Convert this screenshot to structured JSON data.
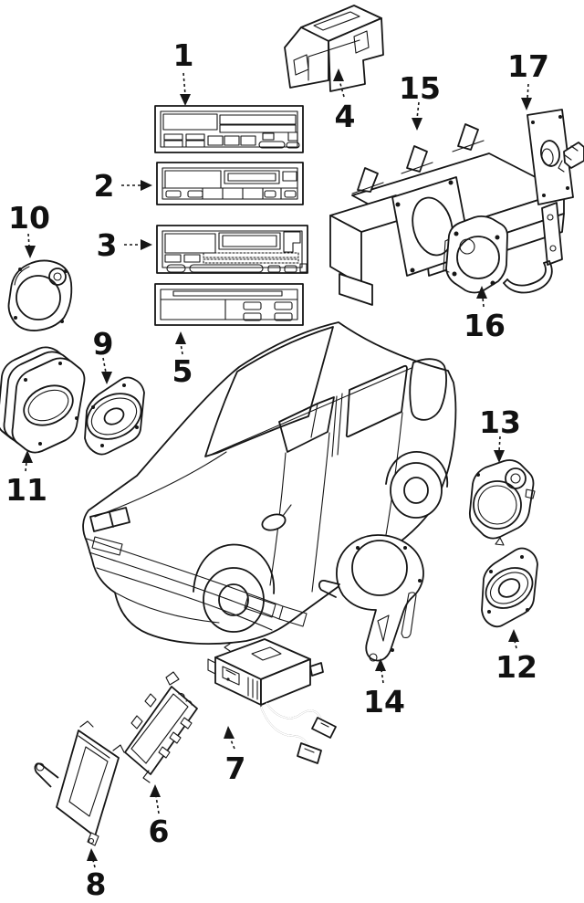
{
  "colors": {
    "background": "#ffffff",
    "ink": "#161616"
  },
  "callouts": [
    {
      "label": "1"
    },
    {
      "label": "2"
    },
    {
      "label": "3"
    },
    {
      "label": "4"
    },
    {
      "label": "5"
    },
    {
      "label": "6"
    },
    {
      "label": "7"
    },
    {
      "label": "8"
    },
    {
      "label": "9"
    },
    {
      "label": "10"
    },
    {
      "label": "11"
    },
    {
      "label": "12"
    },
    {
      "label": "13"
    },
    {
      "label": "14"
    },
    {
      "label": "15"
    },
    {
      "label": "16"
    },
    {
      "label": "17"
    }
  ]
}
